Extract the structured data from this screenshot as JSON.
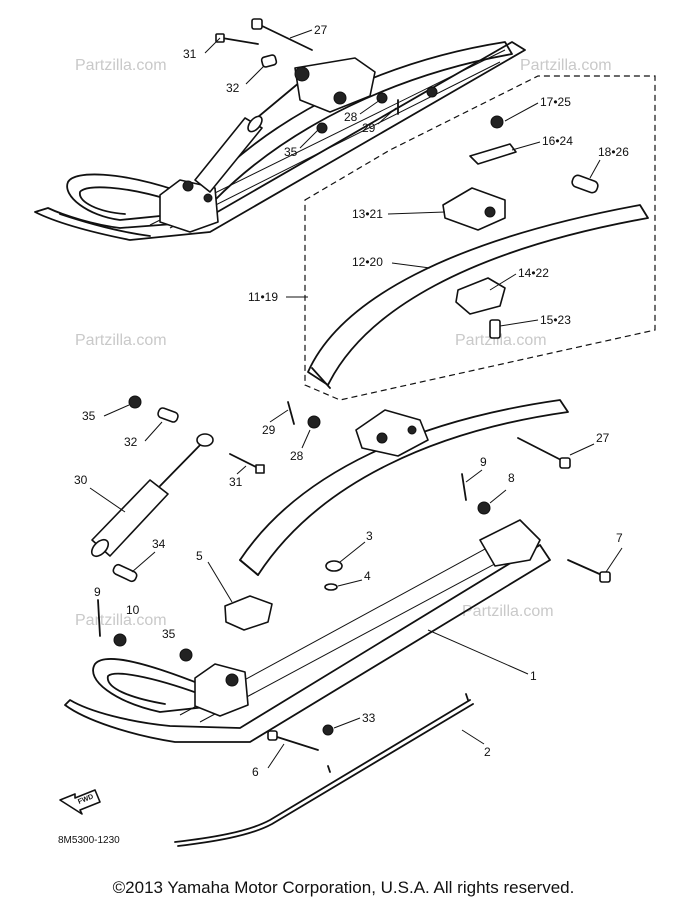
{
  "watermark": "Partzilla.com",
  "drawing_code": "8M5300-1230",
  "forward_arrow_text": "FWD",
  "copyright": "©2013  Yamaha Motor Corporation, U.S.A. All rights reserved.",
  "callouts": [
    "31",
    "27",
    "32",
    "28",
    "29",
    "35",
    "17•25",
    "16•24",
    "18•26",
    "13•21",
    "12•20",
    "11•19",
    "14•22",
    "15•23",
    "35",
    "32",
    "29",
    "28",
    "27",
    "30",
    "31",
    "9",
    "8",
    "3",
    "4",
    "7",
    "34",
    "5",
    "9",
    "10",
    "35",
    "1",
    "33",
    "2",
    "6"
  ]
}
